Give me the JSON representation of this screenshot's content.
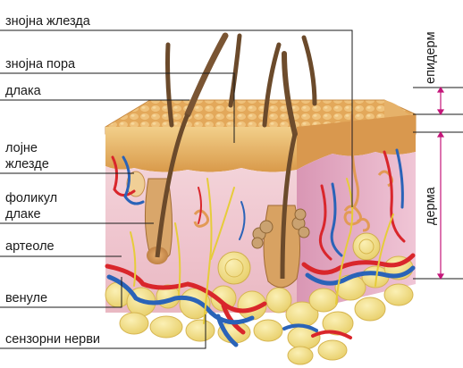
{
  "labels": {
    "sweat_gland": "знојна жлезда",
    "sweat_pore": "знојна пора",
    "hair": "длака",
    "sebaceous_gland_line1": "лојне",
    "sebaceous_gland_line2": "жлезде",
    "hair_follicle_line1": "фоликул",
    "hair_follicle_line2": "длаке",
    "arterioles": "артеоле",
    "venules": "венуле",
    "sensory_nerves": "сензорни нерви",
    "epidermis": "епидерм",
    "dermis": "дерма"
  },
  "colors": {
    "epidermis_top": "#e8b56a",
    "dermis_pink": "#f0c6cf",
    "fat_layer": "#f3e08a",
    "artery": "#d9262b",
    "vein": "#2a63b8",
    "nerve": "#e6cc3a",
    "hair": "#6b4a2b",
    "leader_line": "#1a1a1a",
    "bracket": "#c4167a"
  }
}
